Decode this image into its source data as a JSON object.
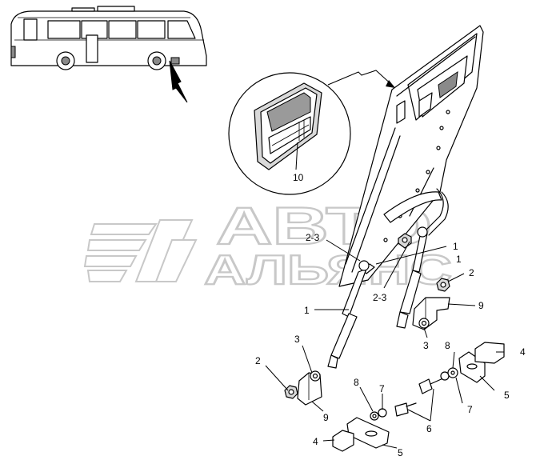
{
  "watermark": {
    "line1": "АВТО",
    "line2": "АЛЬЯНС"
  },
  "callouts": [
    {
      "label": "2-3"
    },
    {
      "label": "1"
    },
    {
      "label": "1"
    },
    {
      "label": "2-3"
    },
    {
      "label": "2"
    },
    {
      "label": "9"
    },
    {
      "label": "1"
    },
    {
      "label": "3"
    },
    {
      "label": "3"
    },
    {
      "label": "8"
    },
    {
      "label": "4"
    },
    {
      "label": "2"
    },
    {
      "label": "5"
    },
    {
      "label": "7"
    },
    {
      "label": "8"
    },
    {
      "label": "7"
    },
    {
      "label": "9"
    },
    {
      "label": "6"
    },
    {
      "label": "4"
    },
    {
      "label": "5"
    },
    {
      "label": "10"
    }
  ]
}
